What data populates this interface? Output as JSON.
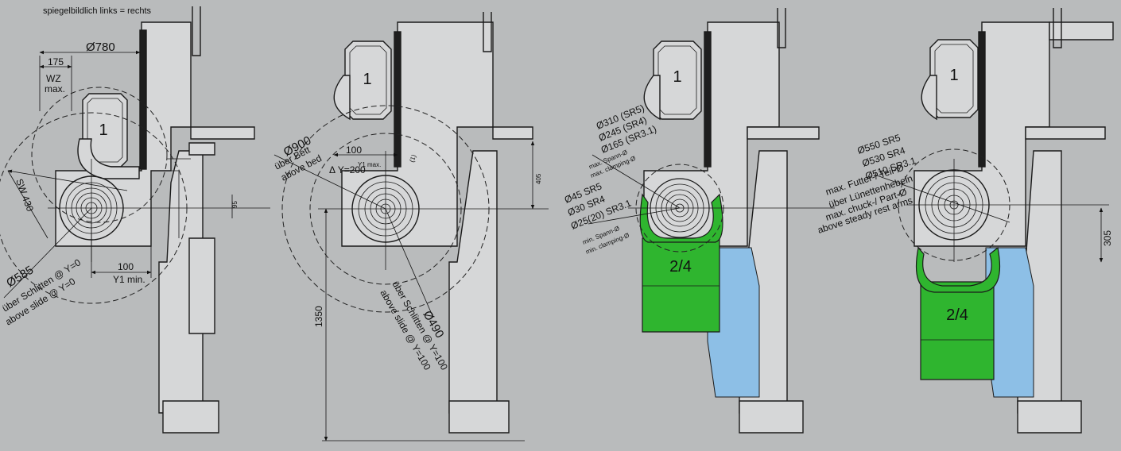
{
  "caption": "spiegelbildlich links = rechts",
  "colors": {
    "background": "#b9bbbc",
    "machine_fill": "#d8d9da",
    "steady_rest": "#2fb52f",
    "tailstock_blue": "#8dbfe6"
  },
  "panels": [
    {
      "turret_number": "1",
      "labels": {
        "dia780": "Ø780",
        "d175": "175",
        "wz": "WZ",
        "max": "max.",
        "sw430": "SW 430",
        "d95": "95",
        "dia585": "Ø585",
        "over_slide_de": "über Schlitten @ Y=0",
        "over_slide_en": "above slide @ Y=0",
        "d100": "100",
        "y1min": "Y1 min."
      }
    },
    {
      "turret_number": "1",
      "labels": {
        "dia900": "Ø900",
        "over_bed_de": "über Bett",
        "over_bed_en": "above bed",
        "d100": "100",
        "y1max": "Y1 max.",
        "dy200": "Δ Y=200",
        "d405": "405",
        "d1350": "1350",
        "dia490": "Ø490",
        "over_slide_de": "über Schlitten @ Y=100",
        "over_slide_en": "above slide @ Y=100",
        "x1": "(1)"
      }
    },
    {
      "turret_number": "1",
      "steady_rest_label": "2/4",
      "labels": {
        "l1": "Ø310 (SR5)",
        "l2": "Ø245 (SR4)",
        "l3": "Ø165 (SR3.1)",
        "l4": "max. Spann-Ø",
        "l5": "max. clamping-Ø",
        "l6": "Ø45 SR5",
        "l7": "Ø30 SR4",
        "l8": "Ø25(20) SR3.1",
        "l9": "min. Spann-Ø",
        "l10": "min. clamping-Ø"
      }
    },
    {
      "turret_number": "1",
      "steady_rest_label": "2/4",
      "labels": {
        "l1": "Ø550 SR5",
        "l2": "Ø530 SR4",
        "l3": "Ø510 SR3.1",
        "l4": "max. Futter-/ Teil-Ø",
        "l5": "über Lünettenhebeln",
        "l6": "max. chuck-/ Part-Ø",
        "l7": "above steady rest arms",
        "d305": "305"
      }
    }
  ]
}
